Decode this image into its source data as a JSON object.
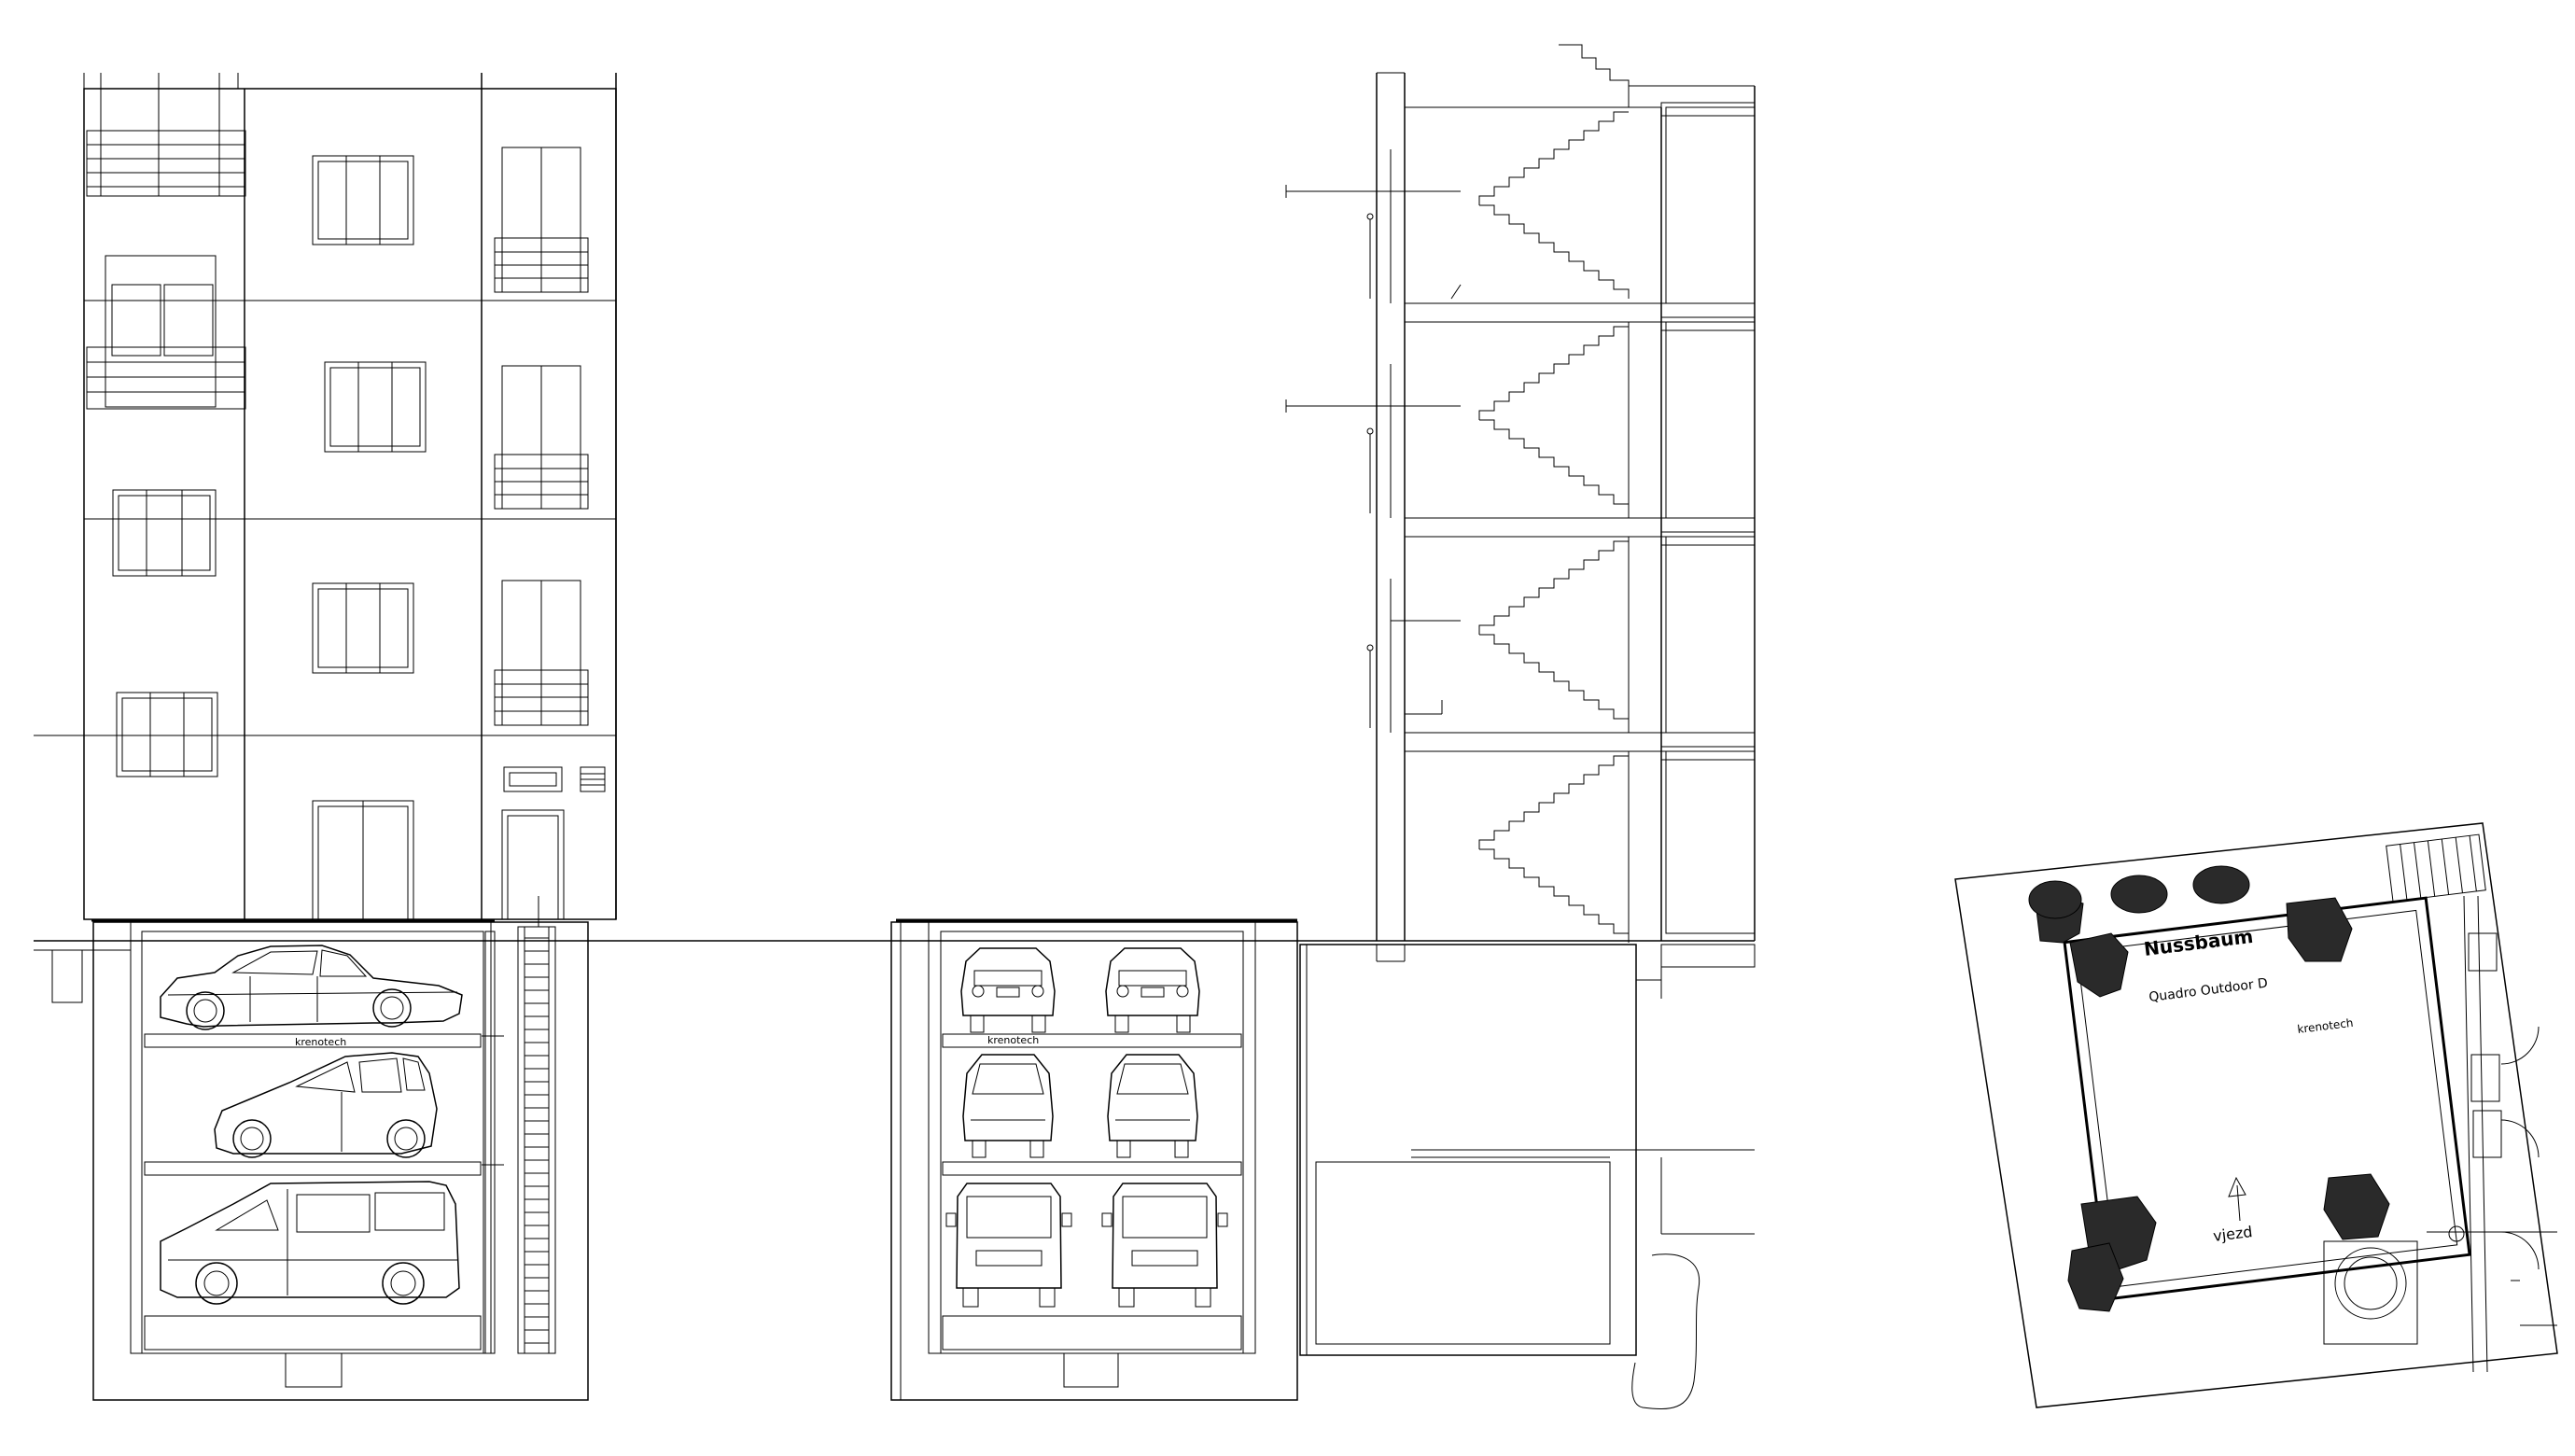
{
  "labels": {
    "brand_small_1": "krenotech",
    "brand_small_2": "krenotech",
    "brand_small_3": "krenotech",
    "plan_title": "Nussbaum",
    "plan_model": "Quadro Outdoor D",
    "entry_label": "vjezd"
  }
}
